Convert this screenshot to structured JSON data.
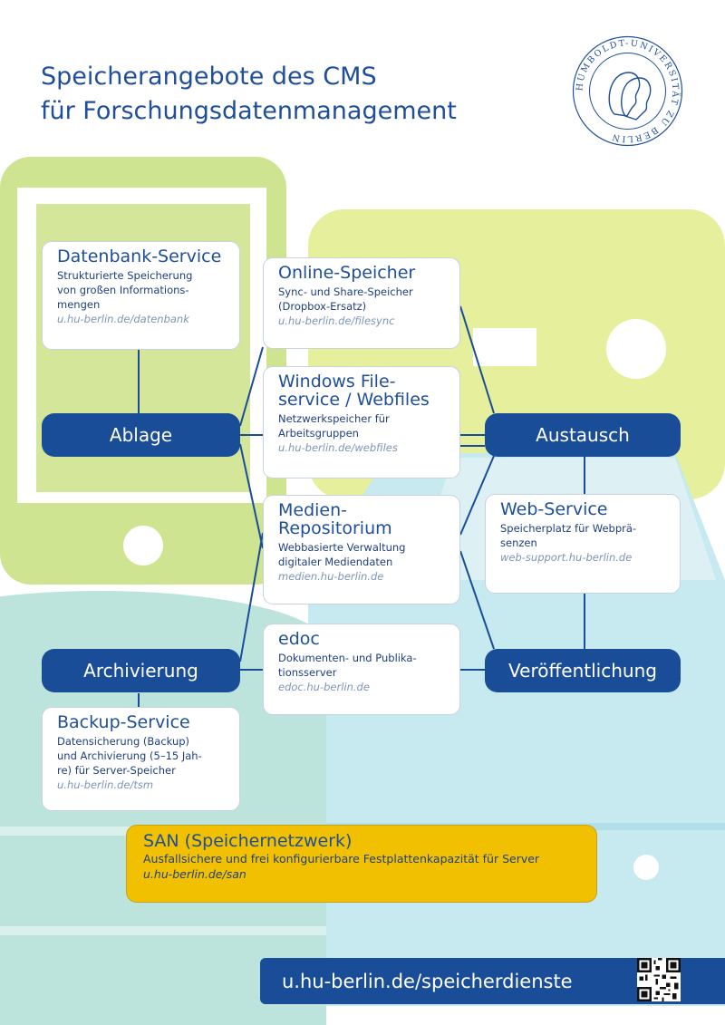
{
  "title": {
    "line1": "Speicherangebote des CMS",
    "line2": "für Forschungsdatenmanagement"
  },
  "seal": {
    "text": "HUMBOLDT-UNIVERSITÄT ZU BERLIN",
    "description": "university seal with two portraits"
  },
  "colors": {
    "primary": "#1a4d97",
    "tablet_green": "#d4e69a",
    "card_green": "#e6ef9c",
    "server_blue": "#c7e9f0",
    "db_teal": "#bde4dc",
    "san_yellow": "#f1c000"
  },
  "services": {
    "datenbank": {
      "title": "Datenbank-Service",
      "desc": [
        "Strukturierte Speicherung",
        "von großen Informations-",
        "mengen"
      ],
      "url": "u.hu-berlin.de/datenbank"
    },
    "online": {
      "title": "Online-Speicher",
      "desc": [
        "Sync- und Share-Speicher",
        "(Dropbox-Ersatz)"
      ],
      "url": "u.hu-berlin.de/filesync"
    },
    "windows": {
      "title": [
        "Windows File-",
        "service / Webfiles"
      ],
      "desc": [
        "Netzwerkspeicher für",
        "Arbeitsgruppen"
      ],
      "url": "u.hu-berlin.de/webfiles"
    },
    "medien": {
      "title": [
        "Medien-",
        "Repositorium"
      ],
      "desc": [
        "Webbasierte Verwaltung",
        "digitaler Mediendaten"
      ],
      "url": "medien.hu-berlin.de"
    },
    "edoc": {
      "title": "edoc",
      "desc": [
        "Dokumenten- und Publika-",
        "tionsserver"
      ],
      "url": "edoc.hu-berlin.de"
    },
    "web": {
      "title": "Web-Service",
      "desc": [
        "Speicherplatz für Webprä-",
        "senzen"
      ],
      "url": "web-support.hu-berlin.de"
    },
    "backup": {
      "title": "Backup-Service",
      "desc": [
        "Datensicherung (Backup)",
        "und Archivierung (5–15 Jah-",
        "re) für Server-Speicher"
      ],
      "url": "u.hu-berlin.de/tsm"
    },
    "san": {
      "title": "SAN (Speichernetzwerk)",
      "desc": "Ausfallsichere und frei konfigurierbare Festplattenkapazität für Server",
      "url": "u.hu-berlin.de/san"
    }
  },
  "categories": {
    "ablage": "Ablage",
    "austausch": "Austausch",
    "archivierung": "Archivierung",
    "veroeffentlichung": "Veröffentlichung"
  },
  "footer": {
    "url": "u.hu-berlin.de/speicherdienste",
    "qr_icon": "qr-code-icon"
  }
}
